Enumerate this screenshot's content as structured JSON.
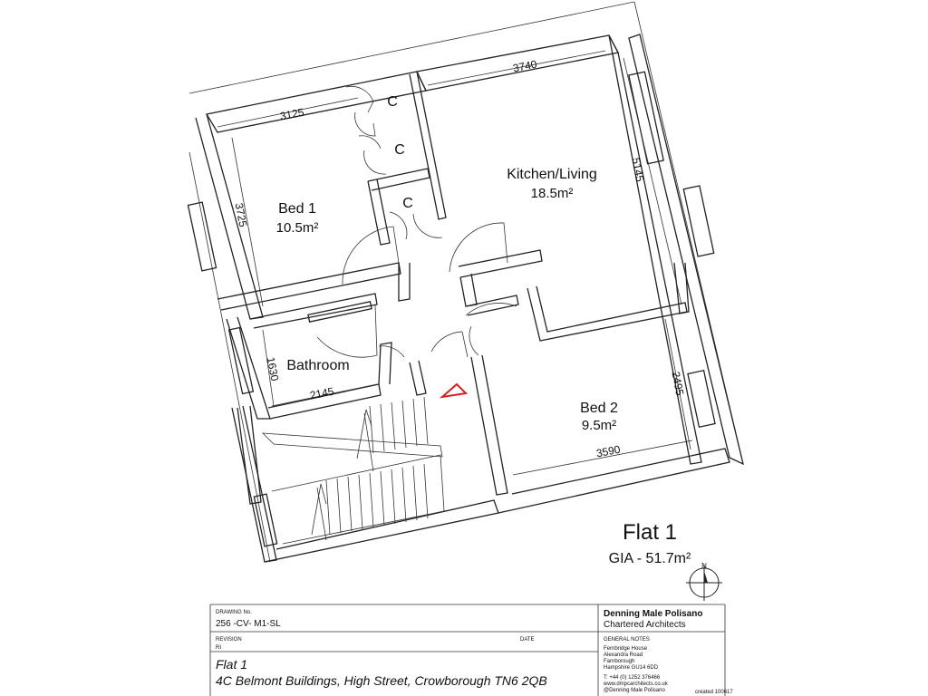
{
  "rooms": {
    "bed1": {
      "name": "Bed 1",
      "area": "10.5m²"
    },
    "kitchen": {
      "name": "Kitchen/Living",
      "area": "18.5m²"
    },
    "bathroom": {
      "name": "Bathroom"
    },
    "bed2": {
      "name": "Bed 2",
      "area": "9.5m²"
    }
  },
  "cupboards": [
    "C",
    "C",
    "C"
  ],
  "dimensions": {
    "bed1_width": "3125",
    "bed1_depth": "3725",
    "kitchen_width": "3740",
    "kitchen_depth": "5145",
    "bath_depth": "1630",
    "bath_width": "2145",
    "bed2_depth": "2495",
    "bed2_width": "3590"
  },
  "flat": {
    "title": "Flat 1",
    "gia": "GIA - 51.7m²"
  },
  "north_label": "N",
  "title_block": {
    "drawing_no_label": "DRAWING No.",
    "drawing_no": "256 -CV- M1-SL",
    "revision_label": "REVISION",
    "revision": "RI",
    "date_label": "DATE",
    "firm": "Denning Male Polisano",
    "firm_sub": "Chartered Architects",
    "general_notes_label": "GENERAL NOTES",
    "address_lines": [
      "Fernbridge House",
      "Alexandra Road",
      "Farnborough",
      "Hampshire GU14 6DD"
    ],
    "contact_lines": [
      "T: +44 (0) 1252 376466",
      "www.dmpcarchitects.co.uk",
      "@Denning Male Polisano"
    ],
    "project_title": "Flat 1",
    "project_address": "4C Belmont Buildings, High Street, Crowborough TN6 2QB",
    "stamp": "created 100617"
  }
}
